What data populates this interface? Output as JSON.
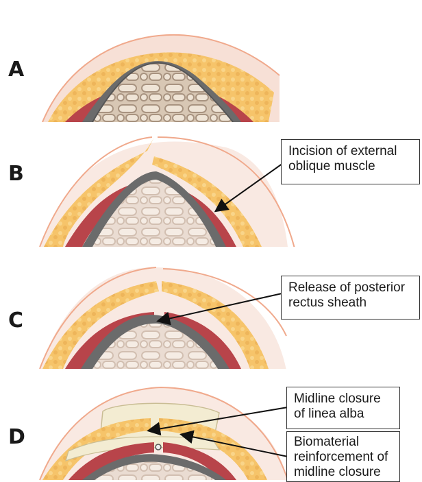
{
  "panels": [
    {
      "letter": "A"
    },
    {
      "letter": "B",
      "callout": [
        "Incision of external",
        "oblique muscle"
      ]
    },
    {
      "letter": "C",
      "callout": [
        "Release of posterior",
        "rectus sheath"
      ]
    },
    {
      "letter": "D",
      "callouts": [
        [
          "Midline closure",
          "of linea alba"
        ],
        [
          "Biomaterial",
          "reinforcement of",
          "midline closure"
        ]
      ]
    }
  ],
  "colors": {
    "skin_line": "#f0a98c",
    "fat": "#f6c46a",
    "fat_dark": "#e9a84a",
    "muscle": "#b8444a",
    "fascia": "#6b6b6b",
    "bowel": "#c9b8a6",
    "bowel_light": "#e9dcd0",
    "peritoneum_bg": "#f4dcd4",
    "mesh": "#f3ecd2"
  }
}
